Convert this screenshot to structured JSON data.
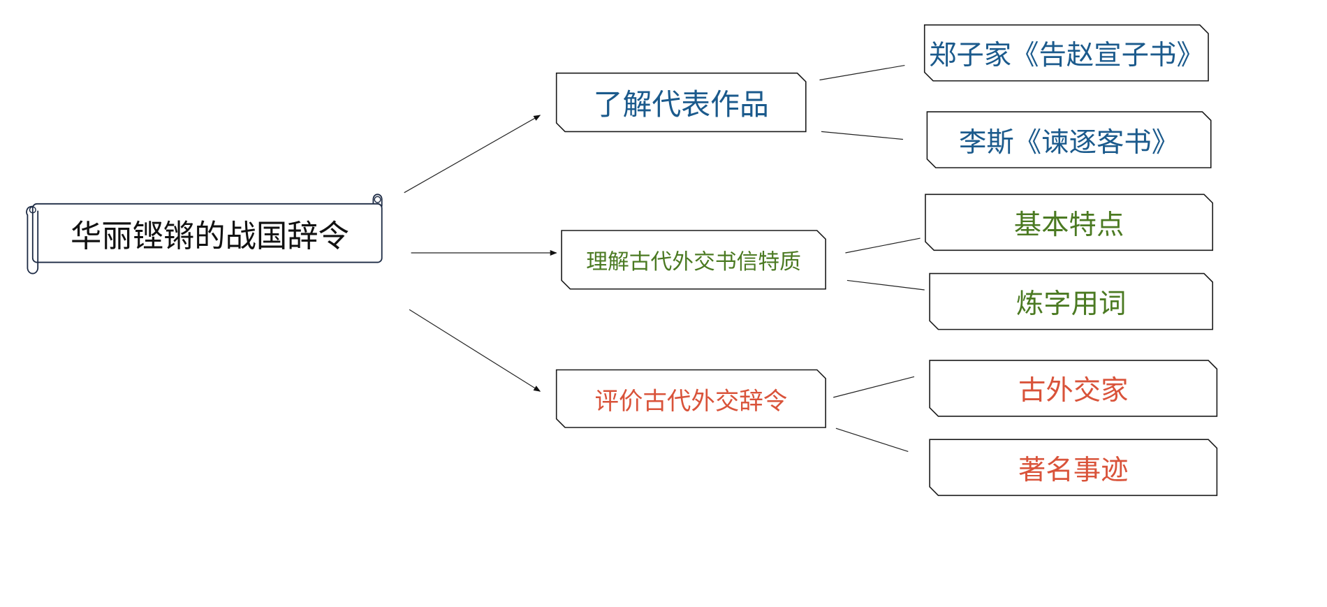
{
  "colors": {
    "root_text": "#111111",
    "root_border": "#1c2a44",
    "box_border": "#1a1a1a",
    "line": "#222222",
    "blue": "#1b5a8c",
    "green": "#4b7a22",
    "red": "#d9533a"
  },
  "root": {
    "label": "华丽铿锵的战国辞令"
  },
  "branches": [
    {
      "label": "了解代表作品",
      "color": "blue",
      "leaves": [
        {
          "label": "郑子家《告赵宣子书》"
        },
        {
          "label": "李斯《谏逐客书》"
        }
      ]
    },
    {
      "label": "理解古代外交书信特质",
      "color": "green",
      "leaves": [
        {
          "label": "基本特点"
        },
        {
          "label": "炼字用词"
        }
      ]
    },
    {
      "label": "评价古代外交辞令",
      "color": "red",
      "leaves": [
        {
          "label": "古外交家"
        },
        {
          "label": "著名事迹"
        }
      ]
    }
  ]
}
